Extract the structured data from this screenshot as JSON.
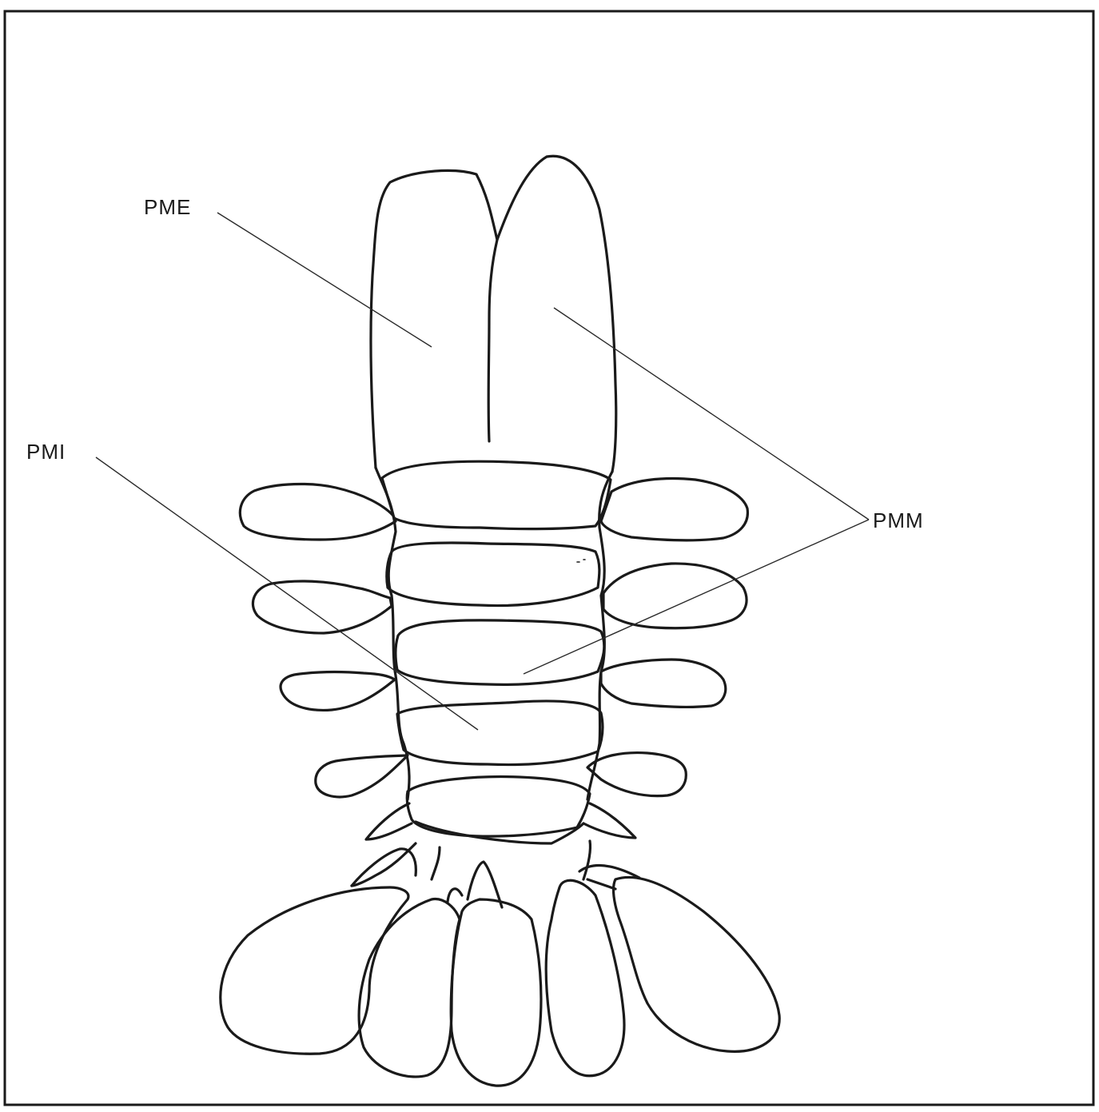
{
  "figure": {
    "labels": {
      "pme": "PME",
      "pmi": "PMI",
      "pmm": "PMM"
    },
    "colors": {
      "ink": "#1a1a1a",
      "paper": "#ffffff"
    }
  }
}
